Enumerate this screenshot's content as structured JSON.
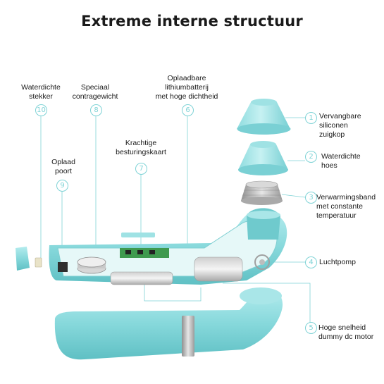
{
  "title": "Extreme interne structuur",
  "colors": {
    "accent": "#7fd3d6",
    "body": "#8fdcdf",
    "body_dark": "#5ec2c6",
    "metal": "#b9b9b9"
  },
  "parts": [
    {
      "num": "1",
      "label": "Vervangbare\nsiliconen\nzuigkop"
    },
    {
      "num": "2",
      "label": "Waterdichte\nhoes"
    },
    {
      "num": "3",
      "label": "Verwarmingsband\nmet constante\ntemperatuur"
    },
    {
      "num": "4",
      "label": "Luchtpomp"
    },
    {
      "num": "5",
      "label": "Hoge snelheid\ndummy dc motor"
    },
    {
      "num": "6",
      "label": "Oplaadbare\nlithiumbatterij\nmet hoge dichtheid"
    },
    {
      "num": "7",
      "label": "Krachtige\nbesturingskaart"
    },
    {
      "num": "8",
      "label": "Speciaal\ncontragewicht"
    },
    {
      "num": "9",
      "label": "Oplaad\npoort"
    },
    {
      "num": "10",
      "label": "Waterdichte\nstekker"
    }
  ]
}
